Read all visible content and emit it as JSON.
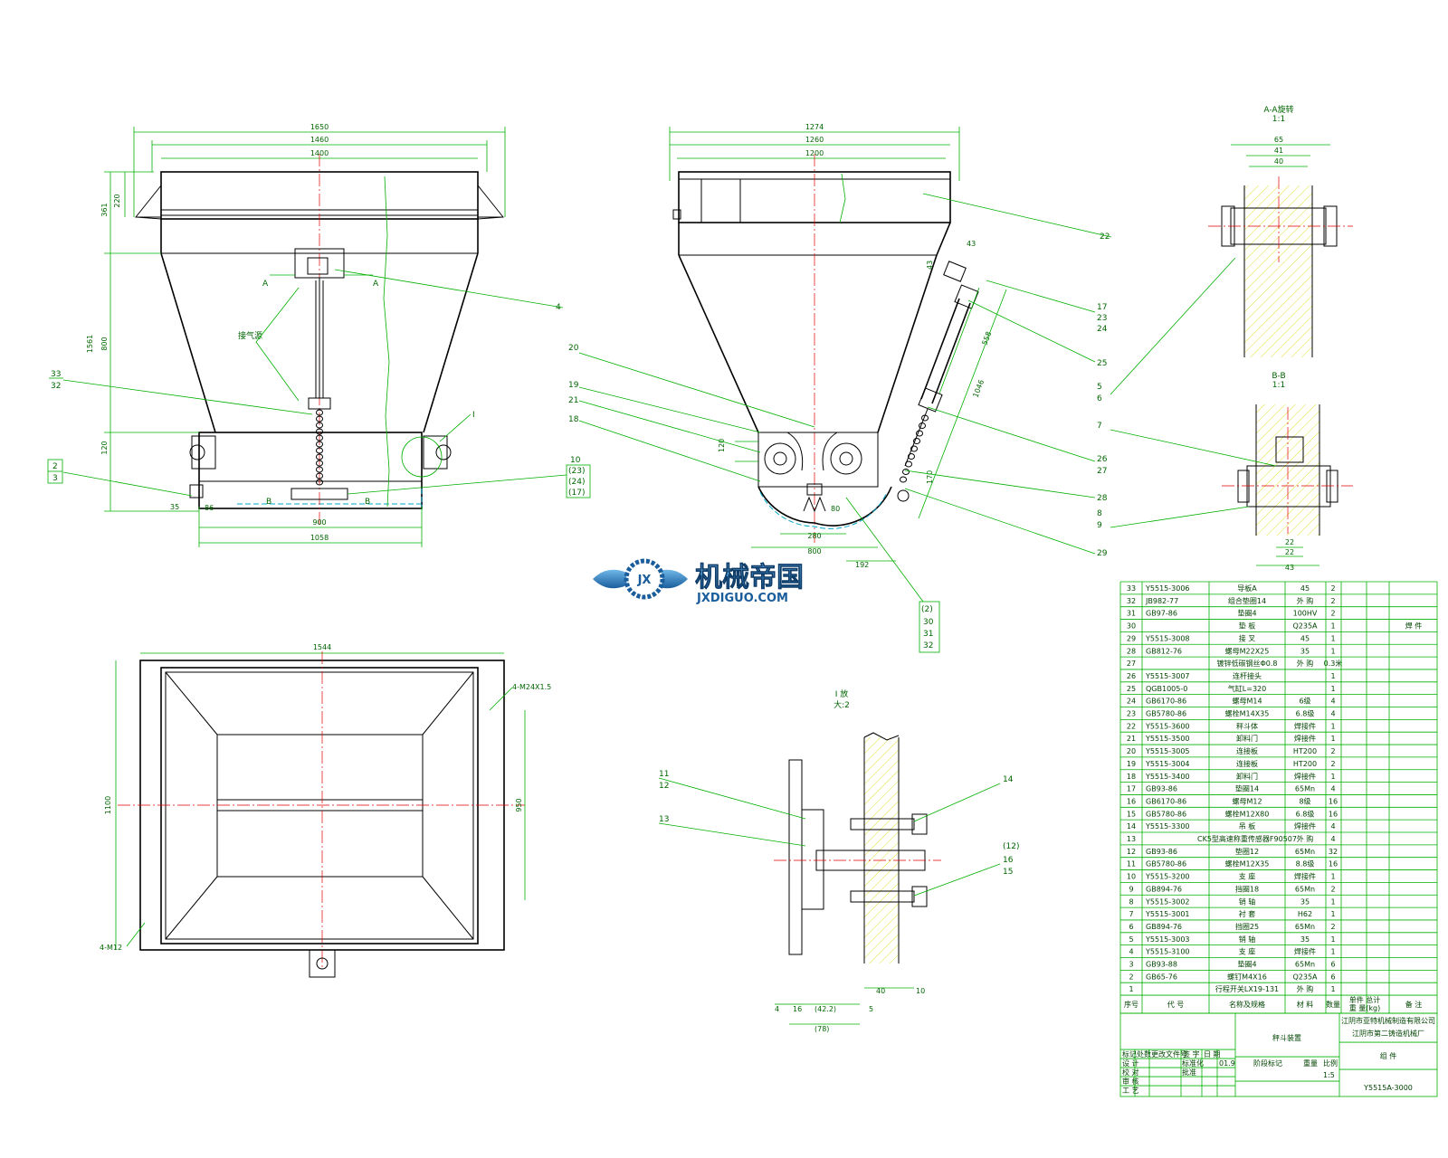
{
  "views": {
    "front": {
      "dims": {
        "d1650": "1650",
        "d1460": "1460",
        "d1400": "1400",
        "d220": "220",
        "d361": "361",
        "d1561": "1561",
        "d800": "800",
        "d120": "120",
        "d35": "35",
        "d86": "86",
        "d900": "900",
        "d1058": "1058"
      },
      "note": "接气源",
      "cut_a": "A",
      "cut_b": "B"
    },
    "side": {
      "dims": {
        "d1274": "1274",
        "d1260": "1260",
        "d1200": "1200",
        "d43": "43",
        "d558": "558",
        "d1046": "1046",
        "d120": "120",
        "d170": "170",
        "d800": "800",
        "d280": "280",
        "d192": "192",
        "d80": "80"
      }
    },
    "top": {
      "dims": {
        "d1544": "1544",
        "d1100": "1100",
        "d950": "950",
        "m24": "4-M24X1.5",
        "m12": "4-M12"
      }
    },
    "section_aa": {
      "title": "A-A旋转",
      "scale": "1:1",
      "dims": {
        "d65": "65",
        "d41": "41",
        "d40": "40"
      }
    },
    "section_bb": {
      "title": "B-B",
      "scale": "1:1",
      "dims": {
        "d22a": "22",
        "d22b": "22",
        "d43": "43"
      }
    },
    "detail_i": {
      "title": "I 放",
      "scale": "大:2",
      "dims": {
        "d4": "4",
        "d16": "16",
        "d422": "(42.2)",
        "d78": "(78)",
        "d5": "5",
        "d40": "40",
        "d10": "10"
      }
    }
  },
  "balloons": {
    "b4": "4",
    "b22": "22",
    "b17": "17",
    "b23": "23",
    "b24": "24",
    "b25": "25",
    "b5": "5",
    "b6": "6",
    "b7": "7",
    "b20": "20",
    "b19": "19",
    "b21": "21",
    "b18": "18",
    "b26": "26",
    "b27": "27",
    "b28": "28",
    "b8": "8",
    "b9": "9",
    "b29": "29",
    "b33": "33",
    "b32": "32",
    "b2": "2",
    "b3": "3",
    "bI": "I",
    "b10": "10",
    "b23p": "(23)",
    "b24p": "(24)",
    "b17p": "(17)",
    "b2p": "(2)",
    "b30": "30",
    "b31": "31",
    "b11": "11",
    "b12": "12",
    "b13": "13",
    "b14": "14",
    "b12p": "(12)",
    "b16": "16",
    "b15": "15"
  },
  "watermark": {
    "cn": "机械帝国",
    "en": "JXDIGUO.COM",
    "logo": "JX"
  },
  "bom": [
    [
      "33",
      "Y5515-3006",
      "导板A",
      "45",
      "2",
      ""
    ],
    [
      "32",
      "JB982-77",
      "组合垫圈14",
      "外 购",
      "2",
      ""
    ],
    [
      "31",
      "GB97-86",
      "垫圈4",
      "100HV",
      "2",
      ""
    ],
    [
      "30",
      "",
      "垫 板",
      "Q235A",
      "1",
      "",
      "焊 件"
    ],
    [
      "29",
      "Y5515-3008",
      "接 叉",
      "45",
      "1",
      ""
    ],
    [
      "28",
      "GB812-76",
      "螺母M22X25",
      "35",
      "1",
      ""
    ],
    [
      "27",
      "",
      "镀锌低碳钢丝Φ0.8",
      "外 购",
      "0.3米",
      ""
    ],
    [
      "26",
      "Y5515-3007",
      "连杆接头",
      "",
      "1",
      ""
    ],
    [
      "25",
      "QGB1005-0",
      "气缸L=320",
      "",
      "1",
      ""
    ],
    [
      "24",
      "GB6170-86",
      "螺母M14",
      "6级",
      "4",
      ""
    ],
    [
      "23",
      "GB5780-86",
      "螺栓M14X35",
      "6.8级",
      "4",
      ""
    ],
    [
      "22",
      "Y5515-3600",
      "秤斗体",
      "焊接件",
      "1",
      ""
    ],
    [
      "21",
      "Y5515-3500",
      "卸料门",
      "焊接件",
      "1",
      ""
    ],
    [
      "20",
      "Y5515-3005",
      "连接板",
      "HT200",
      "2",
      ""
    ],
    [
      "19",
      "Y5515-3004",
      "连接板",
      "HT200",
      "2",
      ""
    ],
    [
      "18",
      "Y5515-3400",
      "卸料门",
      "焊接件",
      "1",
      ""
    ],
    [
      "17",
      "GB93-86",
      "垫圈14",
      "65Mn",
      "4",
      ""
    ],
    [
      "16",
      "GB6170-86",
      "螺母M12",
      "8级",
      "16",
      ""
    ],
    [
      "15",
      "GB5780-86",
      "螺栓M12X80",
      "6.8级",
      "16",
      ""
    ],
    [
      "14",
      "Y5515-3300",
      "吊 板",
      "焊接件",
      "4",
      ""
    ],
    [
      "13",
      "",
      "CK5型高速称重传感器F90507",
      "外 购",
      "4",
      ""
    ],
    [
      "12",
      "GB93-86",
      "垫圈12",
      "65Mn",
      "32",
      ""
    ],
    [
      "11",
      "GB5780-86",
      "螺栓M12X35",
      "8.8级",
      "16",
      ""
    ],
    [
      "10",
      "Y5515-3200",
      "支 座",
      "焊接件",
      "1",
      ""
    ],
    [
      "9",
      "GB894-76",
      "挡圈18",
      "65Mn",
      "2",
      ""
    ],
    [
      "8",
      "Y5515-3002",
      "销 轴",
      "35",
      "1",
      ""
    ],
    [
      "7",
      "Y5515-3001",
      "衬 套",
      "H62",
      "1",
      ""
    ],
    [
      "6",
      "GB894-76",
      "挡圈25",
      "65Mn",
      "2",
      ""
    ],
    [
      "5",
      "Y5515-3003",
      "销 轴",
      "35",
      "1",
      ""
    ],
    [
      "4",
      "Y5515-3100",
      "支 座",
      "焊接件",
      "1",
      ""
    ],
    [
      "3",
      "GB93-88",
      "垫圈4",
      "65Mn",
      "6",
      ""
    ],
    [
      "2",
      "GB65-76",
      "螺钉M4X16",
      "Q235A",
      "6",
      ""
    ],
    [
      "1",
      "",
      "行程开关LX19-131",
      "外 购",
      "1",
      ""
    ]
  ],
  "bom_header": {
    "no": "序号",
    "code": "代 号",
    "name": "名称及规格",
    "material": "材 料",
    "qty": "数量",
    "weight": "单件 总计",
    "weight_unit": "重 量(kg)",
    "remark": "备 注"
  },
  "title_block": {
    "company1": "江阴市亚特机械制造有限公司",
    "company2": "江阴市第二铸造机械厂",
    "drawing_name": "秤斗装置",
    "assembly": "组 件",
    "drawing_no": "Y5515A-3000",
    "scale": "1:5",
    "stage_label": "阶段标记",
    "weight_label": "重量",
    "scale_label": "比例",
    "rev_marks": [
      "标记",
      "处数",
      "更改文件号",
      "签 字",
      "日 期"
    ],
    "sign_rows": [
      "设 计",
      "校 对",
      "审 核",
      "工 艺"
    ],
    "std": "标准化",
    "approve": "批准",
    "date": "01.9"
  }
}
